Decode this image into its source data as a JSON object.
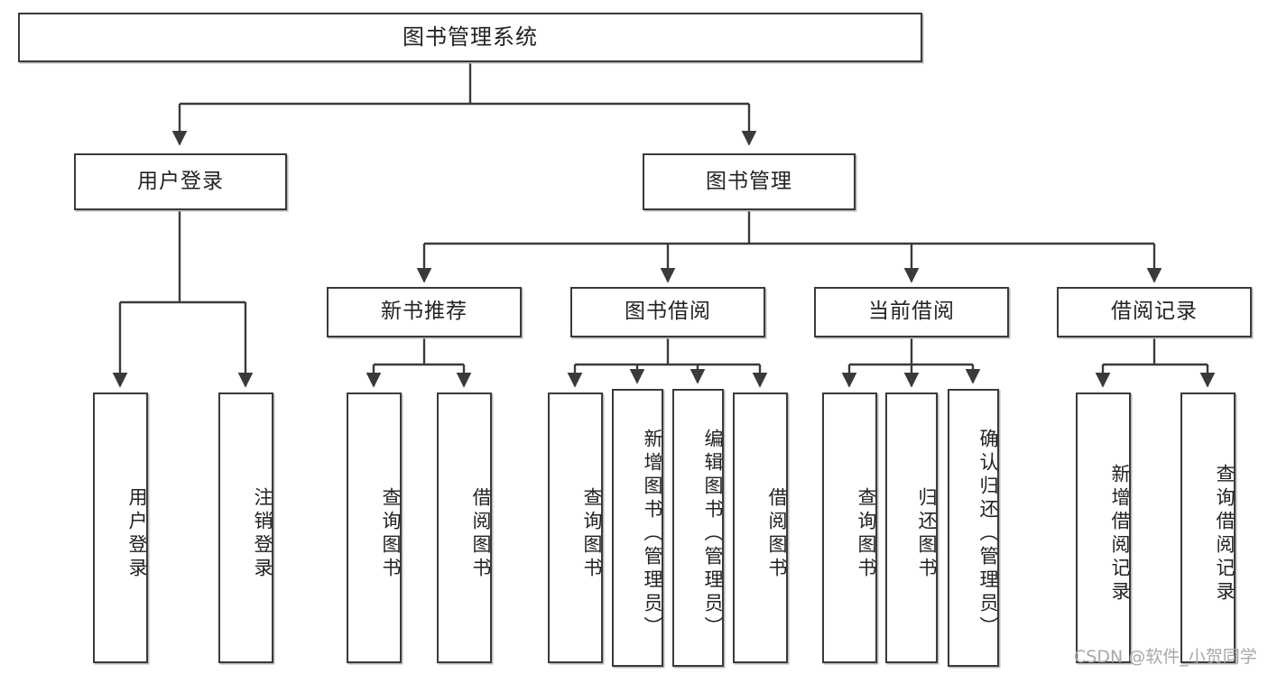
{
  "diagram": {
    "title": "图书管理系统",
    "type": "tree",
    "watermark": "CSDN @软件_小贺同学",
    "style": {
      "box_fill": "#ffffff",
      "box_border": "#3a3a3a",
      "box_shadow": "#b9b9b9",
      "text_color": "#222222",
      "edge_color": "#3a3a3a",
      "background": "#ffffff",
      "watermark_color": "#a8a8a8"
    },
    "root": {
      "label": "图书管理系统"
    },
    "level2": [
      {
        "label": "用户登录"
      },
      {
        "label": "图书管理"
      }
    ],
    "level3": [
      {
        "label": "新书推荐"
      },
      {
        "label": "图书借阅"
      },
      {
        "label": "当前借阅"
      },
      {
        "label": "借阅记录"
      }
    ],
    "leaves": {
      "user_login": [
        {
          "label": "用户登录"
        },
        {
          "label": "注销登录"
        }
      ],
      "new_book_recommend": [
        {
          "label": "查询图书"
        },
        {
          "label": "借阅图书"
        }
      ],
      "book_borrow": [
        {
          "label": "查询图书"
        },
        {
          "label": "新增图书（管理员）"
        },
        {
          "label": "编辑图书（管理员）"
        },
        {
          "label": "借阅图书"
        }
      ],
      "current_borrow": [
        {
          "label": "查询图书"
        },
        {
          "label": "归还图书"
        },
        {
          "label": "确认归还（管理员）"
        }
      ],
      "borrow_record": [
        {
          "label": "新增借阅记录"
        },
        {
          "label": "查询借阅记录"
        }
      ]
    }
  }
}
